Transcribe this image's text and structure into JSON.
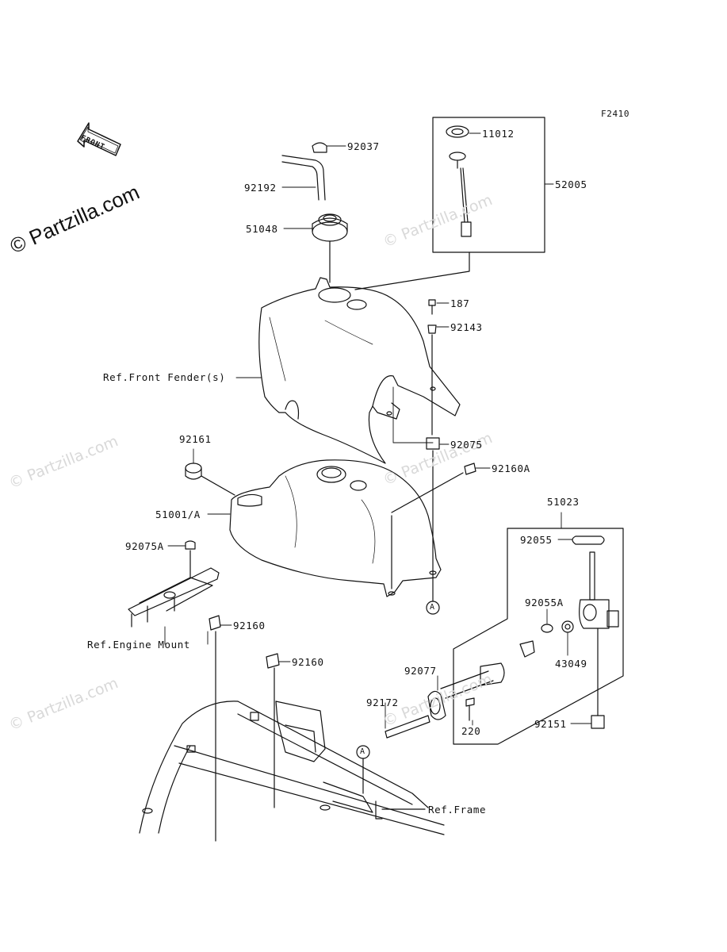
{
  "diagram_code": "F2410",
  "front_label": "FRONT",
  "watermark": "© Partzilla.com",
  "parts": {
    "p11012": "11012",
    "p52005": "52005",
    "p92037": "92037",
    "p92192": "92192",
    "p51048": "51048",
    "p187": "187",
    "p92143": "92143",
    "p92075": "92075",
    "p92161": "92161",
    "p92160A": "92160A",
    "p51001A": "51001/A",
    "p51023": "51023",
    "p92055": "92055",
    "p92075A": "92075A",
    "p92055A": "92055A",
    "p43049": "43049",
    "p92160a": "92160",
    "p92160b": "92160",
    "p92077": "92077",
    "p92172": "92172",
    "p220": "220",
    "p92151": "92151"
  },
  "refs": {
    "front_fender": "Ref.Front Fender(s)",
    "engine_mount": "Ref.Engine Mount",
    "frame": "Ref.Frame"
  },
  "callout_marker": "A"
}
